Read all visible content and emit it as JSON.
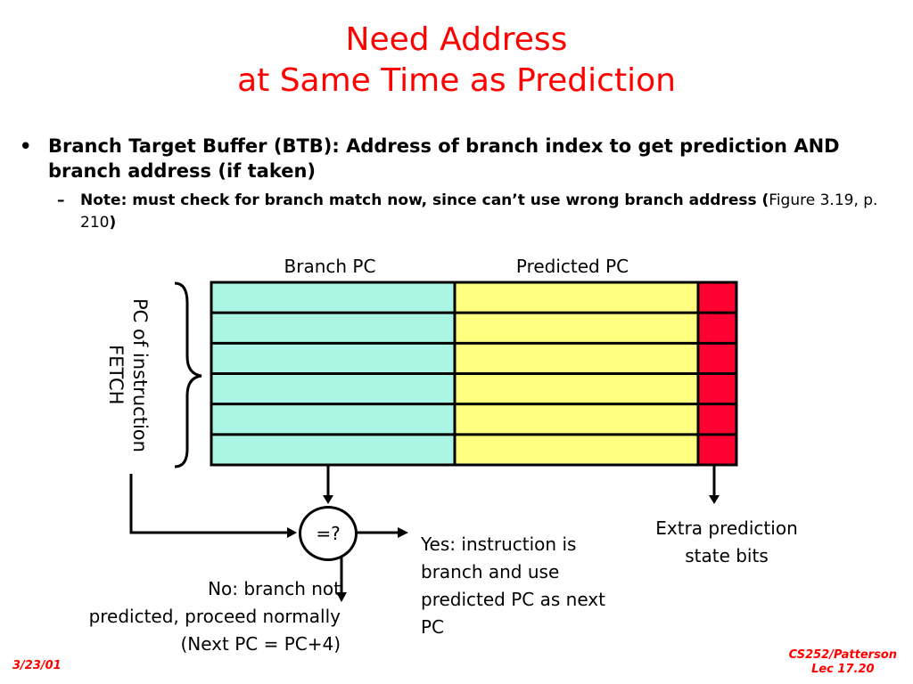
{
  "slide": {
    "title_line1": "Need Address",
    "title_line2": "at Same Time as Prediction"
  },
  "bullets": {
    "main_bullet": "•",
    "main_text": "Branch Target Buffer (BTB): Address of branch index to get prediction AND branch address (if taken)",
    "sub_dash": "–",
    "sub_text_bold": "Note: must check for branch match now, since can’t use wrong branch address (",
    "sub_text_ref": "Figure 3.19, p. 210",
    "sub_text_close": ")"
  },
  "diagram": {
    "branch_pc_label": "Branch PC",
    "predicted_pc_label": "Predicted PC",
    "pc_fetch_label": "PC of instruction FETCH",
    "compare_label": "=?",
    "extra_bits_label": "Extra prediction state bits",
    "yes_label": "Yes: instruction is branch and use predicted PC as next PC",
    "no_line1": "No: branch not",
    "no_line2": "predicted, proceed normally",
    "no_line3": "(Next PC = PC+4)",
    "rows": 6,
    "colors": {
      "branch_pc_col": "#aaf5e4",
      "predicted_pc_col": "#ffff80",
      "state_bits_col": "#ff0033",
      "title": "#ff0000"
    }
  },
  "footer": {
    "date": "3/23/01",
    "course": "CS252/Patterson",
    "lecture": "Lec 17.20"
  }
}
